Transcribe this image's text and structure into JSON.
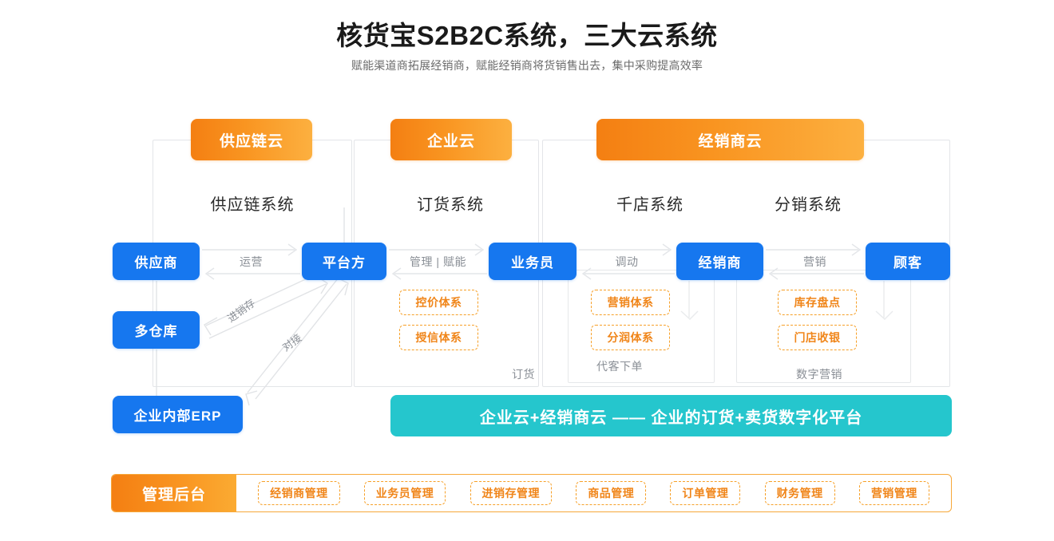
{
  "header": {
    "title": "核货宝S2B2C系统，三大云系统",
    "subtitle": "赋能渠道商拓展经销商，赋能经销商将货销售出去，集中采购提高效率"
  },
  "colors": {
    "orange_start": "#f47f12",
    "orange_end": "#fcb040",
    "blue": "#1677ef",
    "teal": "#25c6cd",
    "dashed_orange": "#f6a028",
    "frame_gray": "#e3e5e8",
    "label_gray": "#8a8f96"
  },
  "clouds": [
    {
      "badge": "供应链云",
      "systems": [
        "供应链系统"
      ]
    },
    {
      "badge": "企业云",
      "systems": [
        "订货系统"
      ]
    },
    {
      "badge": "经销商云",
      "systems": [
        "千店系统",
        "分销系统"
      ]
    }
  ],
  "systems": {
    "supply_chain": "供应链系统",
    "ordering": "订货系统",
    "thousand_store": "千店系统",
    "distribution": "分销系统"
  },
  "roles": {
    "supplier": "供应商",
    "platform": "平台方",
    "salesperson": "业务员",
    "dealer": "经销商",
    "customer": "顾客",
    "warehouse": "多仓库",
    "erp": "企业内部ERP"
  },
  "flow_labels": {
    "operation": "运营",
    "manage_empower": "管理 | 赋能",
    "mobilize": "调动",
    "marketing": "营销",
    "inventory_flow": "进销存",
    "docking": "对接"
  },
  "capability_chips": {
    "ordering": [
      "控价体系",
      "授信体系"
    ],
    "thousand_store": [
      "营销体系",
      "分润体系"
    ],
    "distribution": [
      "库存盘点",
      "门店收银"
    ]
  },
  "captions": {
    "ordering": "订货",
    "proxy_order": "代客下单",
    "digital_marketing": "数字营销"
  },
  "teal_banner": "企业云+经销商云 —— 企业的订货+卖货数字化平台",
  "admin": {
    "title": "管理后台",
    "chips": [
      "经销商管理",
      "业务员管理",
      "进销存管理",
      "商品管理",
      "订单管理",
      "财务管理",
      "营销管理"
    ]
  }
}
